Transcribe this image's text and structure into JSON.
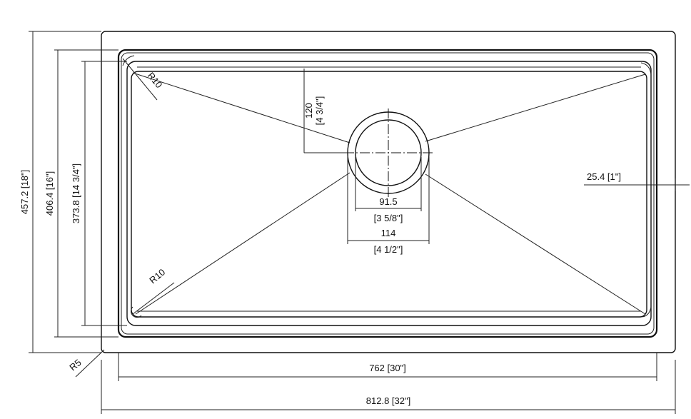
{
  "dimensions": {
    "overall_width": "812.8 [32\"]",
    "bowl_width": "762 [30\"]",
    "overall_depth": "457.2 [18\"]",
    "outer_bowl_depth": "406.4 [16\"]",
    "inner_bowl_depth": "373.8 [14 3/4\"]",
    "drain_offset_value": "120",
    "drain_offset_imperial": "[4 3/4\"]",
    "drain_inner_value": "91.5",
    "drain_inner_imperial": "[3 5/8\"]",
    "drain_outer_value": "114",
    "drain_outer_imperial": "[4 1/2\"]",
    "rim_width": "25.4 [1\"]",
    "radius_top": "R10",
    "radius_bottom": "R10",
    "radius_corner": "R5"
  }
}
